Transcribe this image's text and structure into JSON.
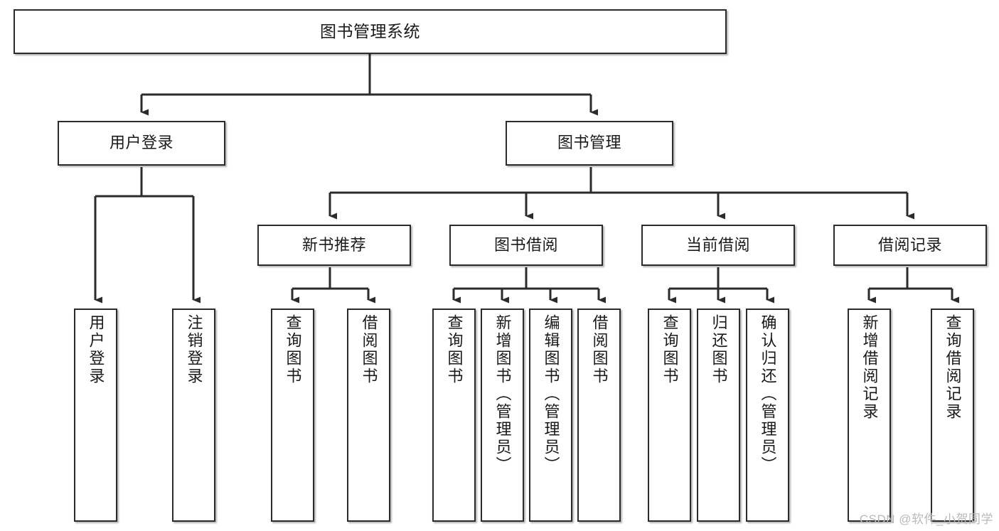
{
  "diagram": {
    "title": "图书管理系统",
    "type": "tree-hierarchy",
    "orientation": "top-down",
    "colors": {
      "node_border": "#2b2b2b",
      "node_fill": "#ffffff",
      "edge": "#2b2b2b",
      "text": "#1a1a1a",
      "watermark": "#b9b9b9",
      "background": "#ffffff"
    },
    "watermark": "CSDN @软件_小贺同学"
  },
  "nodes": {
    "root": {
      "label": "图书管理系统"
    },
    "level2": [
      {
        "id": "user-login",
        "label": "用户登录"
      },
      {
        "id": "book-management",
        "label": "图书管理"
      }
    ],
    "level3": [
      {
        "id": "new-book-recommend",
        "label": "新书推荐"
      },
      {
        "id": "book-borrow",
        "label": "图书借阅"
      },
      {
        "id": "current-borrow",
        "label": "当前借阅"
      },
      {
        "id": "borrow-record",
        "label": "借阅记录"
      }
    ],
    "leaves": {
      "user-login": [
        {
          "id": "leaf-user-login",
          "label": "用户登录"
        },
        {
          "id": "leaf-logout-login",
          "label": "注销登录"
        }
      ],
      "new-book-recommend": [
        {
          "id": "leaf-query-book-1",
          "label": "查询图书"
        },
        {
          "id": "leaf-borrow-book-1",
          "label": "借阅图书"
        }
      ],
      "book-borrow": [
        {
          "id": "leaf-query-book-2",
          "label": "查询图书"
        },
        {
          "id": "leaf-add-book",
          "label": "新增图书（管理员）"
        },
        {
          "id": "leaf-edit-book",
          "label": "编辑图书（管理员）"
        },
        {
          "id": "leaf-borrow-book-2",
          "label": "借阅图书"
        }
      ],
      "current-borrow": [
        {
          "id": "leaf-query-book-3",
          "label": "查询图书"
        },
        {
          "id": "leaf-return-book",
          "label": "归还图书"
        },
        {
          "id": "leaf-confirm-return",
          "label": "确认归还（管理员）"
        }
      ],
      "borrow-record": [
        {
          "id": "leaf-add-record",
          "label": "新增借阅记录"
        },
        {
          "id": "leaf-query-record",
          "label": "查询借阅记录"
        }
      ]
    }
  }
}
